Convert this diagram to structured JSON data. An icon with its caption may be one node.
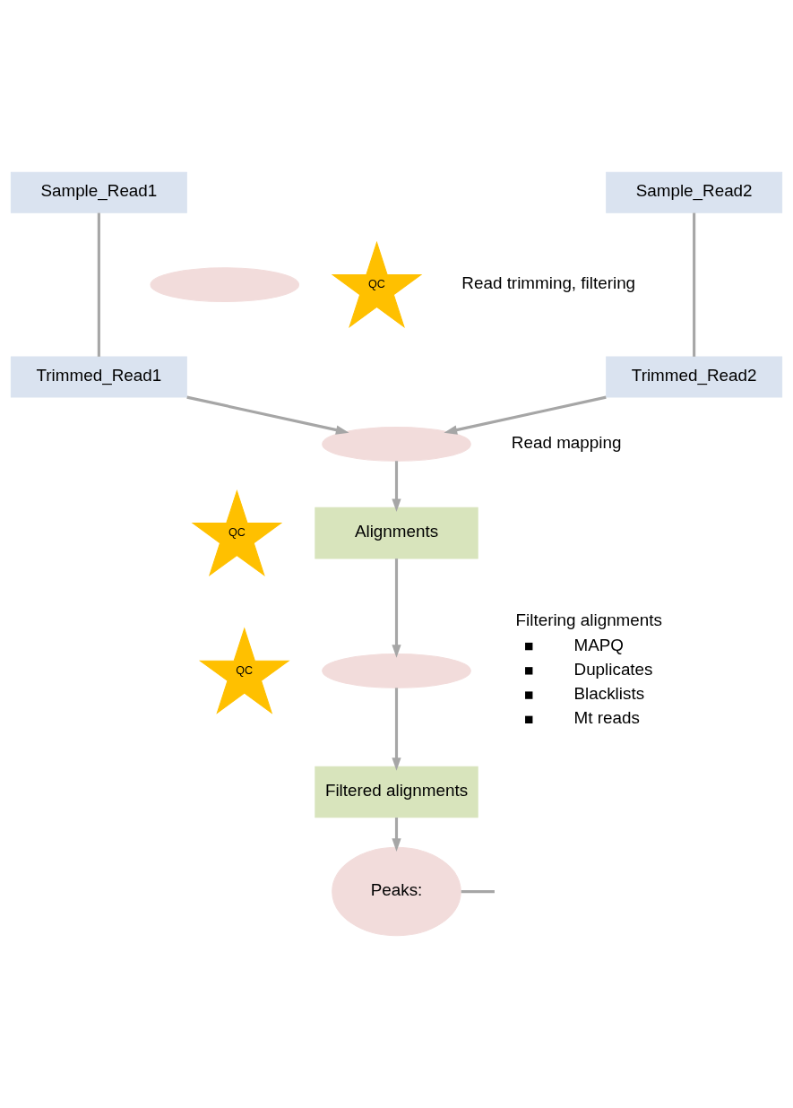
{
  "diagram": {
    "nodes": [
      {
        "text": [
          "Sample_Read1"
        ]
      },
      {
        "text": [
          "Sample_Read2"
        ]
      },
      {
        "text": [
          "QC"
        ]
      },
      {
        "text": [],
        "shape": "ellipse"
      },
      {
        "text": [
          "Trimmed_Read1"
        ]
      },
      {
        "text": [
          "Trimmed_Read2"
        ]
      },
      {
        "text": [],
        "shape": "ellipse"
      },
      {
        "text": [
          "QC"
        ]
      },
      {
        "text": [
          "Alignments"
        ]
      },
      {
        "text": [
          "QC"
        ]
      },
      {
        "text": [],
        "shape": "ellipse"
      },
      {
        "text": [
          "Filtered alignments"
        ]
      },
      {
        "text": [
          "Peaks:"
        ]
      }
    ],
    "edges": [
      {
        "from": 0,
        "to": 4,
        "arrow": "none"
      },
      {
        "from": 1,
        "to": 5,
        "arrow": "none"
      },
      {
        "from": 4,
        "to": 6,
        "arrow": "to"
      },
      {
        "from": 5,
        "to": 6,
        "arrow": "to"
      },
      {
        "from": 6,
        "to": 8,
        "arrow": "to"
      },
      {
        "from": 8,
        "to": 10,
        "arrow": "to"
      },
      {
        "from": 10,
        "to": 11,
        "arrow": "to"
      },
      {
        "from": 11,
        "to": 12,
        "arrow": "to"
      },
      {
        "from": 12,
        "to": null,
        "arrow": "none"
      }
    ],
    "labels": [
      "Read trimming, filtering",
      "Read mapping",
      "Filtering alignments",
      "MAPQ",
      "Duplicates",
      "Blacklists",
      "Mt reads"
    ]
  }
}
